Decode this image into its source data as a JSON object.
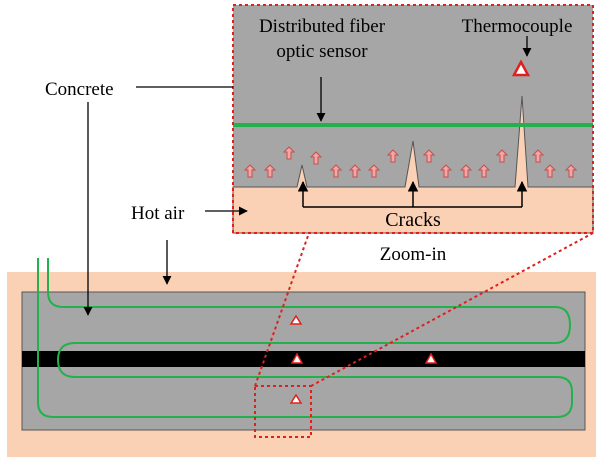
{
  "labels": {
    "concrete": "Concrete",
    "hot_air": "Hot air",
    "fiber_line1": "Distributed fiber",
    "fiber_line2": "optic sensor",
    "thermocouple": "Thermocouple",
    "cracks": "Cracks",
    "zoom": "Zoom-in"
  },
  "colors": {
    "hot_air": "#fbd1b5",
    "concrete": "#a6a6a6",
    "fiber": "#22b14c",
    "black_layer": "#000000",
    "dotted_frame": "#e0201d",
    "thermocouple": "#e0201d",
    "heat_arrow_fill": "#f4a6a6",
    "heat_arrow_stroke": "#c0504d"
  },
  "icons": {
    "heat_arrow": "up-arrow-icon",
    "thermocouple_marker": "triangle-icon"
  }
}
